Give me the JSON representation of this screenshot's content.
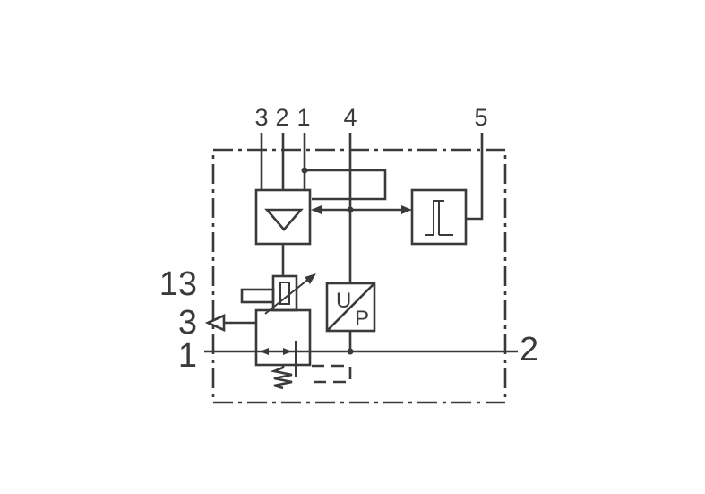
{
  "labels": {
    "top_3": "3",
    "top_2": "2",
    "top_1": "1",
    "top_4": "4",
    "top_5": "5",
    "side_13": "13",
    "side_3": "3",
    "side_1": "1",
    "side_2": "2"
  },
  "transducer": {
    "input_letter": "U",
    "output_letter": "P"
  }
}
